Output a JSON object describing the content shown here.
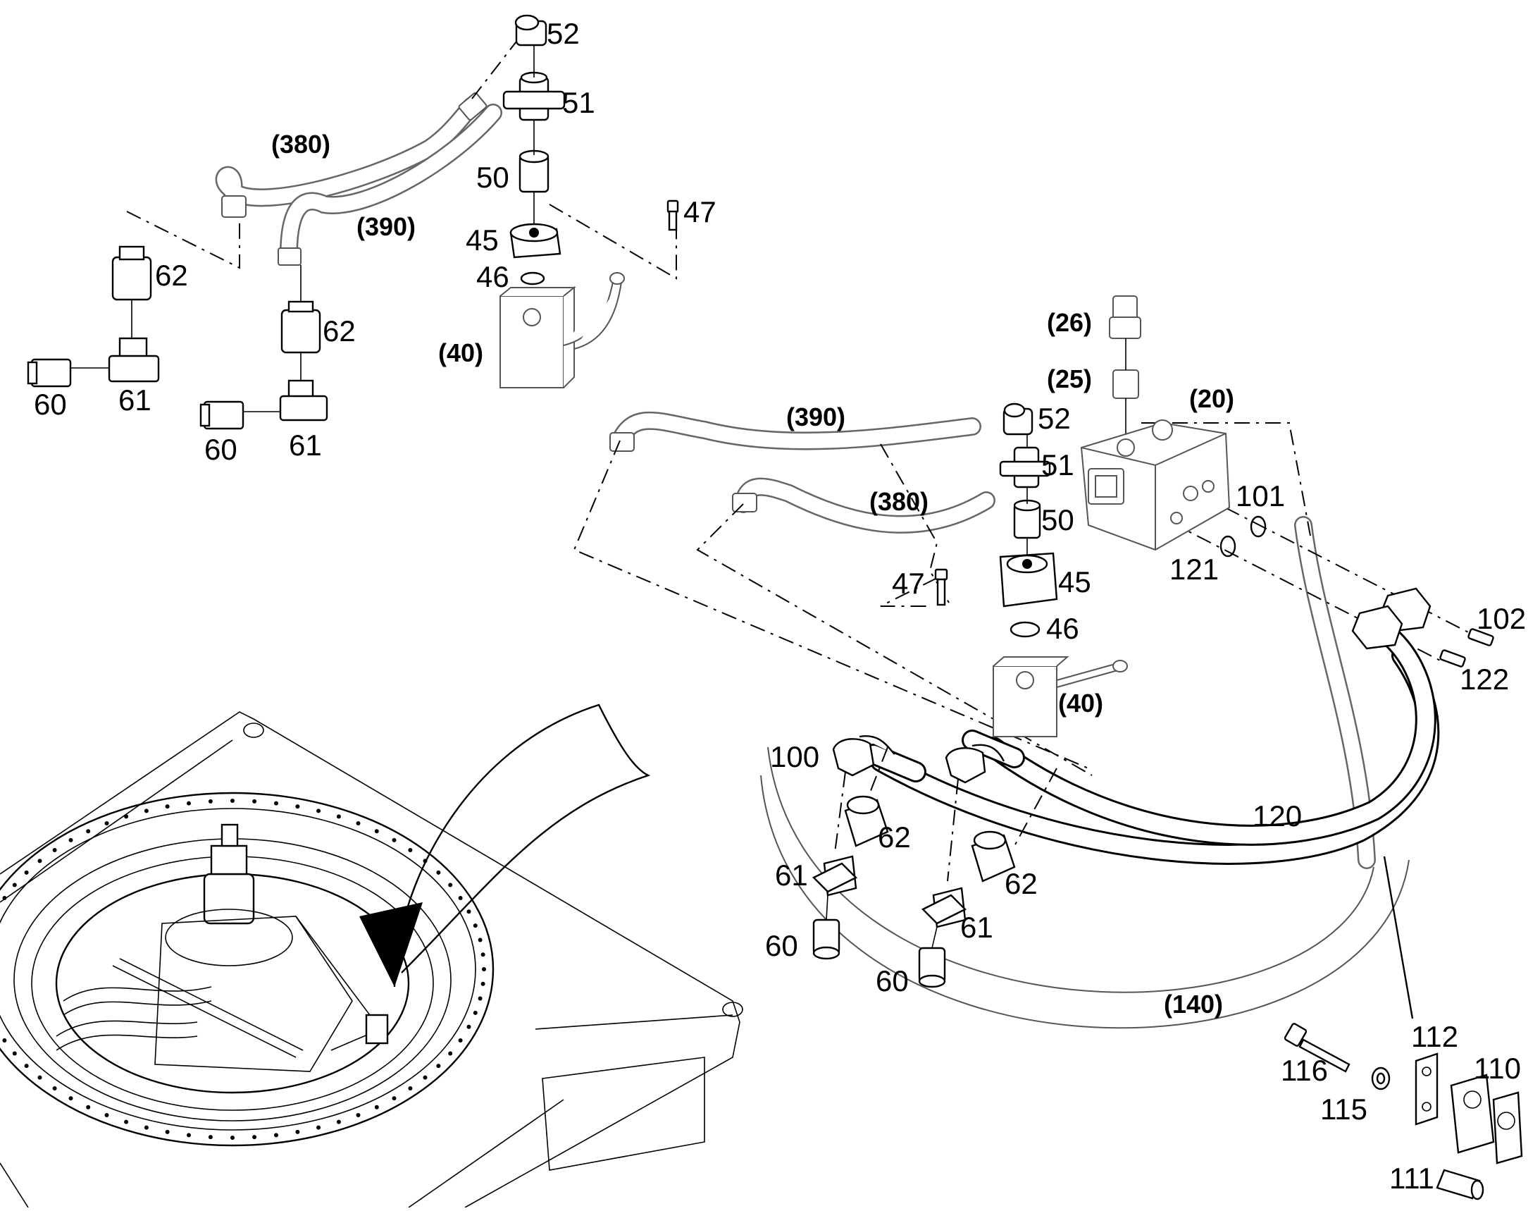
{
  "labels": {
    "l52a": "52",
    "l51a": "51",
    "l50a": "50",
    "l47a": "47",
    "l45a": "45",
    "l46a": "46",
    "l62a": "62",
    "l62b": "62",
    "l60a": "60",
    "l61a": "61",
    "l60b": "60",
    "l61b": "61",
    "r380a": "(380)",
    "r390a": "(390)",
    "r40a": "(40)",
    "r26": "(26)",
    "r25": "(25)",
    "r20": "(20)",
    "r390b": "(390)",
    "r380b": "(380)",
    "r40b": "(40)",
    "r140": "(140)",
    "l52b": "52",
    "l51b": "51",
    "l50b": "50",
    "l47b": "47",
    "l45b": "45",
    "l46b": "46",
    "l101": "101",
    "l121": "121",
    "l102": "102",
    "l122": "122",
    "l100": "100",
    "l62c": "62",
    "l61c": "61",
    "l60c": "60",
    "l62d": "62",
    "l61d": "61",
    "l60d": "60",
    "l120": "120",
    "l112": "112",
    "l110": "110",
    "l116": "116",
    "l115": "115",
    "l111": "111"
  }
}
